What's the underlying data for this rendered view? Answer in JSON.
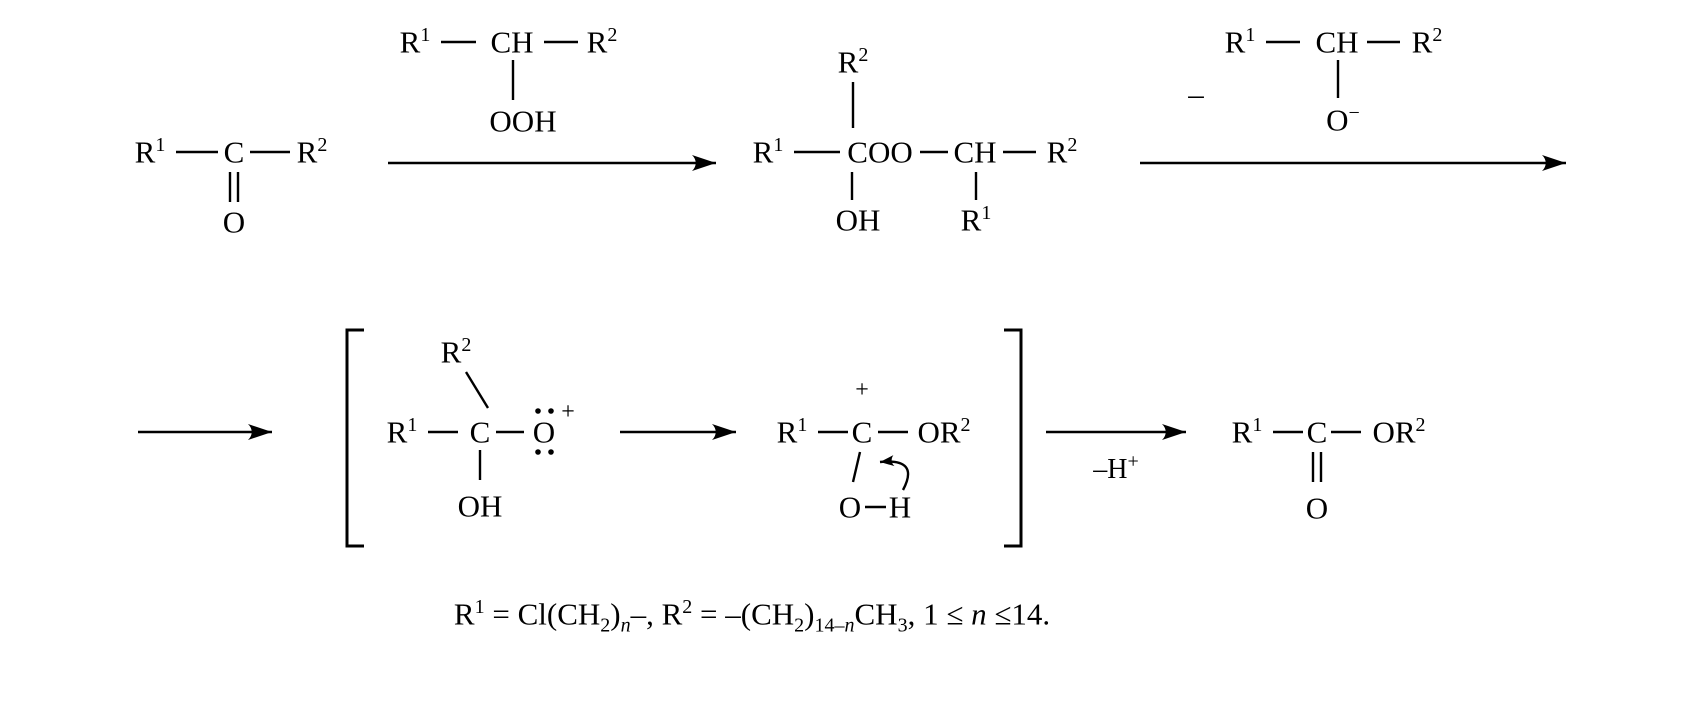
{
  "tokens": {
    "R": "R",
    "one": "1",
    "two": "2",
    "C": "C",
    "CH": "CH",
    "O": "O",
    "H": "H",
    "OH": "OH",
    "OOH": "OOH",
    "COO": "COO",
    "OR": "OR",
    "plus": "+",
    "superscript_minus": "−",
    "dash": "–",
    "minus_H": "–H"
  },
  "caption": {
    "r1": "R",
    "r1_sup": "1",
    "eq_cl": " = Cl(CH",
    "sub2_a": "2",
    "close_a": ")",
    "sub_n": "n",
    "dash_r2": "–, R",
    "r2_sup": "2",
    "eq_ch2": " = –(CH",
    "sub2_b": "2",
    "close_b": ")",
    "sub_14n": "14–",
    "sub_14n_n": "n",
    "ch3": "CH",
    "sub3": "3",
    "range_a": ", 1 ≤ ",
    "range_n": "n",
    "range_b": " ≤14."
  }
}
